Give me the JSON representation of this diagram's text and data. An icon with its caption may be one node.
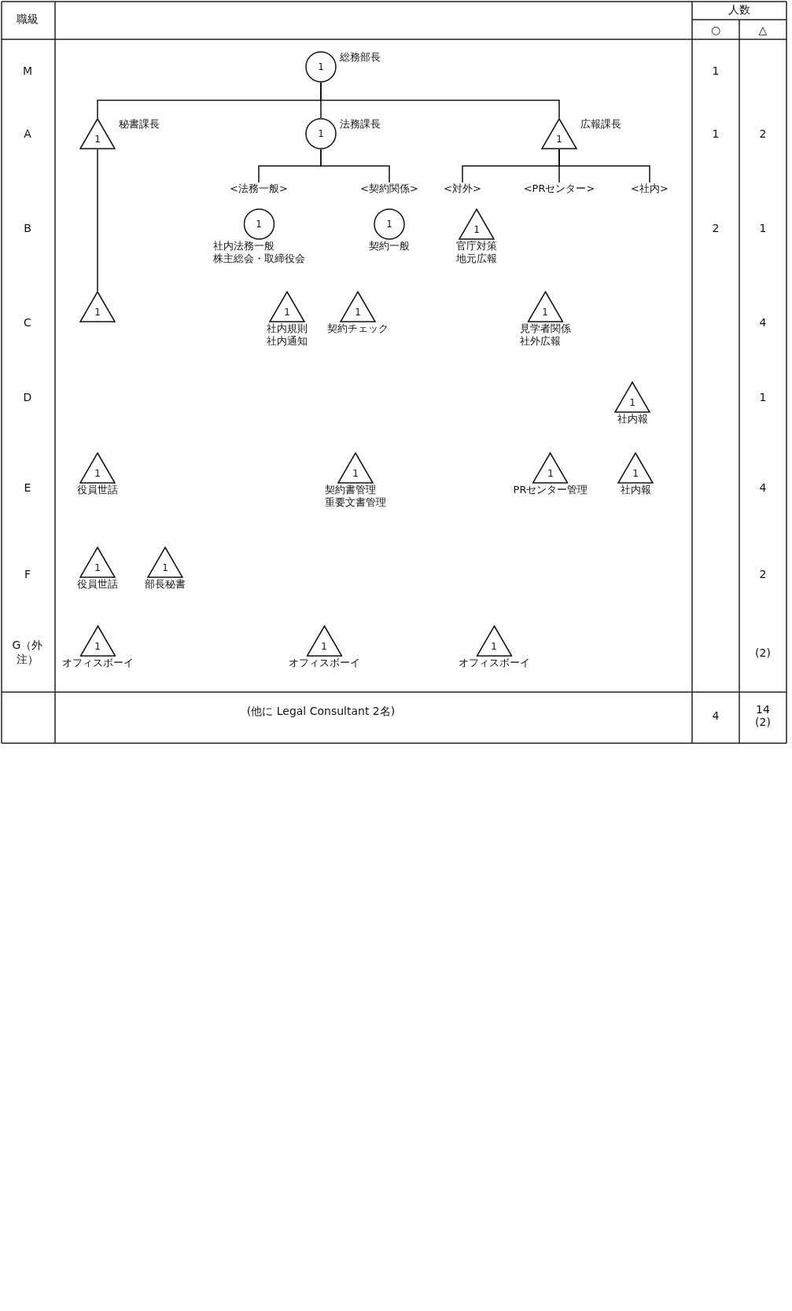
{
  "diagram": {
    "nodes": [
      {
        "text": [
          "1",
          "総務部長"
        ]
      },
      {
        "text": [
          "1",
          "秘書課長"
        ]
      },
      {
        "text": [
          "1",
          "法務課長"
        ]
      },
      {
        "text": [
          "1",
          "広報課長"
        ]
      },
      {
        "text": [
          "<法務一般>"
        ]
      },
      {
        "text": [
          "<契約関係>"
        ]
      },
      {
        "text": [
          "<対外>"
        ]
      },
      {
        "text": [
          "<PRセンター>"
        ]
      },
      {
        "text": [
          "<社内>"
        ]
      },
      {
        "text": [
          "1",
          "社内法務一般",
          "株主総会・取締役会"
        ]
      },
      {
        "text": [
          "1",
          "契約一般"
        ]
      },
      {
        "text": [
          "1",
          "官庁対策",
          "地元広報"
        ]
      },
      {
        "text": [
          "1"
        ]
      },
      {
        "text": [
          "1",
          "社内規則",
          "社内通知"
        ]
      },
      {
        "text": [
          "1",
          "契約チェック"
        ]
      },
      {
        "text": [
          "1",
          "見学者関係",
          "社外広報"
        ]
      },
      {
        "text": [
          "1",
          "社内報"
        ]
      },
      {
        "text": [
          "1",
          "役員世話"
        ]
      },
      {
        "text": [
          "1",
          "契約書管理",
          "重要文書管理"
        ]
      },
      {
        "text": [
          "1",
          "PRセンター管理"
        ]
      },
      {
        "text": [
          "1",
          "社内報"
        ]
      },
      {
        "text": [
          "1",
          "役員世話"
        ]
      },
      {
        "text": [
          "1",
          "部長秘書"
        ]
      },
      {
        "text": [
          "1",
          "オフィスボーイ"
        ]
      },
      {
        "text": [
          "1",
          "オフィスボーイ"
        ]
      },
      {
        "text": [
          "1",
          "オフィスボーイ"
        ]
      }
    ],
    "edges": [
      {
        "from": 0,
        "to": 1,
        "arrow": "none"
      },
      {
        "from": 0,
        "to": 2,
        "arrow": "none"
      },
      {
        "from": 0,
        "to": 3,
        "arrow": "none"
      },
      {
        "from": 1,
        "to": 12,
        "arrow": "none"
      },
      {
        "from": 2,
        "to": 4,
        "arrow": "none"
      },
      {
        "from": 2,
        "to": 5,
        "arrow": "none"
      },
      {
        "from": 3,
        "to": 6,
        "arrow": "none"
      },
      {
        "from": 3,
        "to": 7,
        "arrow": "none"
      },
      {
        "from": 3,
        "to": 8,
        "arrow": "none"
      }
    ],
    "labels": [
      "職級",
      "人数",
      "○",
      "△",
      "M",
      "1",
      "A",
      "1",
      "2",
      "B",
      "2",
      "1",
      "C",
      "4",
      "D",
      "1",
      "E",
      "4",
      "F",
      "2",
      "G（外注）",
      "(2)",
      "(他に Legal Consultant 2名)",
      "4",
      "14 (2)"
    ]
  }
}
